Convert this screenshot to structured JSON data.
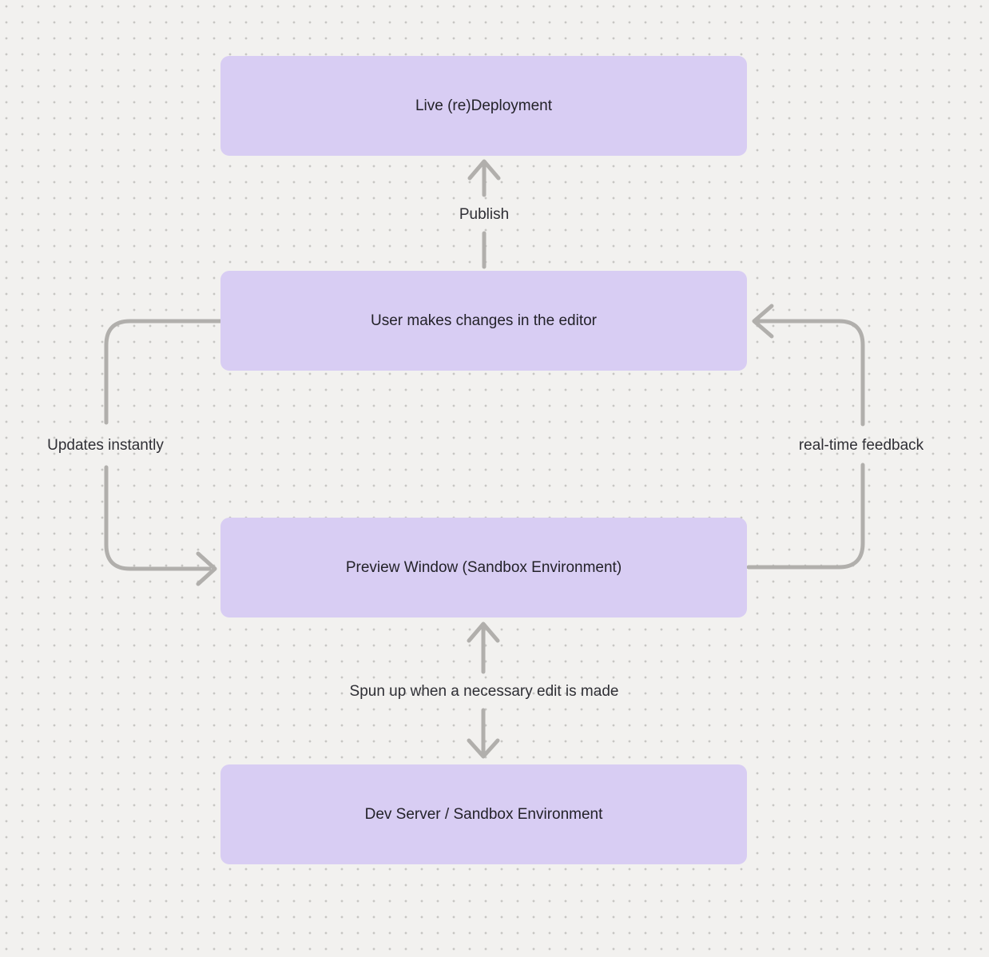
{
  "diagram": {
    "nodes": [
      {
        "id": "live-redeployment",
        "label": "Live (re)Deployment"
      },
      {
        "id": "user-editor",
        "label": "User makes changes in the editor"
      },
      {
        "id": "preview-window",
        "label": "Preview Window (Sandbox Environment)"
      },
      {
        "id": "dev-server",
        "label": "Dev Server / Sandbox Environment"
      }
    ],
    "edges": [
      {
        "from": "user-editor",
        "to": "live-redeployment",
        "label": "Publish",
        "direction": "up"
      },
      {
        "from": "user-editor",
        "to": "preview-window",
        "label": "Updates instantly",
        "side": "left",
        "direction": "down"
      },
      {
        "from": "preview-window",
        "to": "user-editor",
        "label": "real-time feedback",
        "side": "right",
        "direction": "up"
      },
      {
        "from": "preview-window",
        "to": "dev-server",
        "label": "Spun up when a necessary edit is made",
        "direction": "both"
      }
    ],
    "colors": {
      "background": "#f2f1ef",
      "dot": "#c7c6c3",
      "node_fill": "#d8cdf3",
      "node_text": "#232229",
      "edge_text": "#2f2f35",
      "arrow": "#b1afac"
    }
  }
}
